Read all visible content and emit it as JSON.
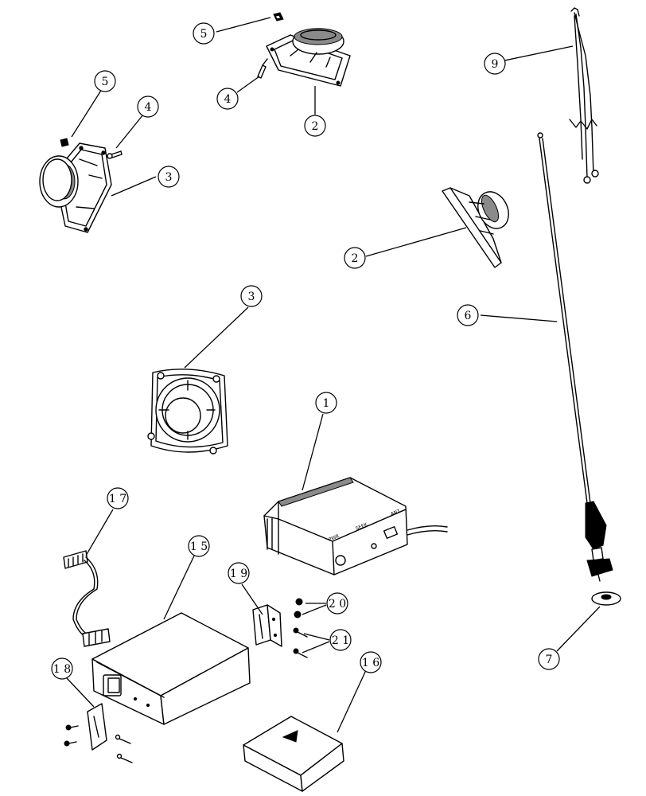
{
  "callouts": [
    {
      "id": "c-5a",
      "label": "5"
    },
    {
      "id": "c-4a",
      "label": "4"
    },
    {
      "id": "c-2a",
      "label": "2"
    },
    {
      "id": "c-5b",
      "label": "5"
    },
    {
      "id": "c-4b",
      "label": "4"
    },
    {
      "id": "c-3a",
      "label": "3"
    },
    {
      "id": "c-9",
      "label": "9"
    },
    {
      "id": "c-2b",
      "label": "2"
    },
    {
      "id": "c-6",
      "label": "6"
    },
    {
      "id": "c-3b",
      "label": "3"
    },
    {
      "id": "c-1",
      "label": "1"
    },
    {
      "id": "c-17",
      "label": "1 7"
    },
    {
      "id": "c-15",
      "label": "1 5"
    },
    {
      "id": "c-19",
      "label": "1 9"
    },
    {
      "id": "c-20",
      "label": "2 0"
    },
    {
      "id": "c-21",
      "label": "2 1"
    },
    {
      "id": "c-7",
      "label": "7"
    },
    {
      "id": "c-18",
      "label": "1 8"
    },
    {
      "id": "c-16",
      "label": "1 6"
    }
  ],
  "radio_panel_labels": {
    "left": "PWR",
    "mid": "SEEK",
    "right": "ANT"
  },
  "colors": {
    "line": "#000000",
    "background": "#ffffff",
    "shade": "#8a8a8a"
  }
}
